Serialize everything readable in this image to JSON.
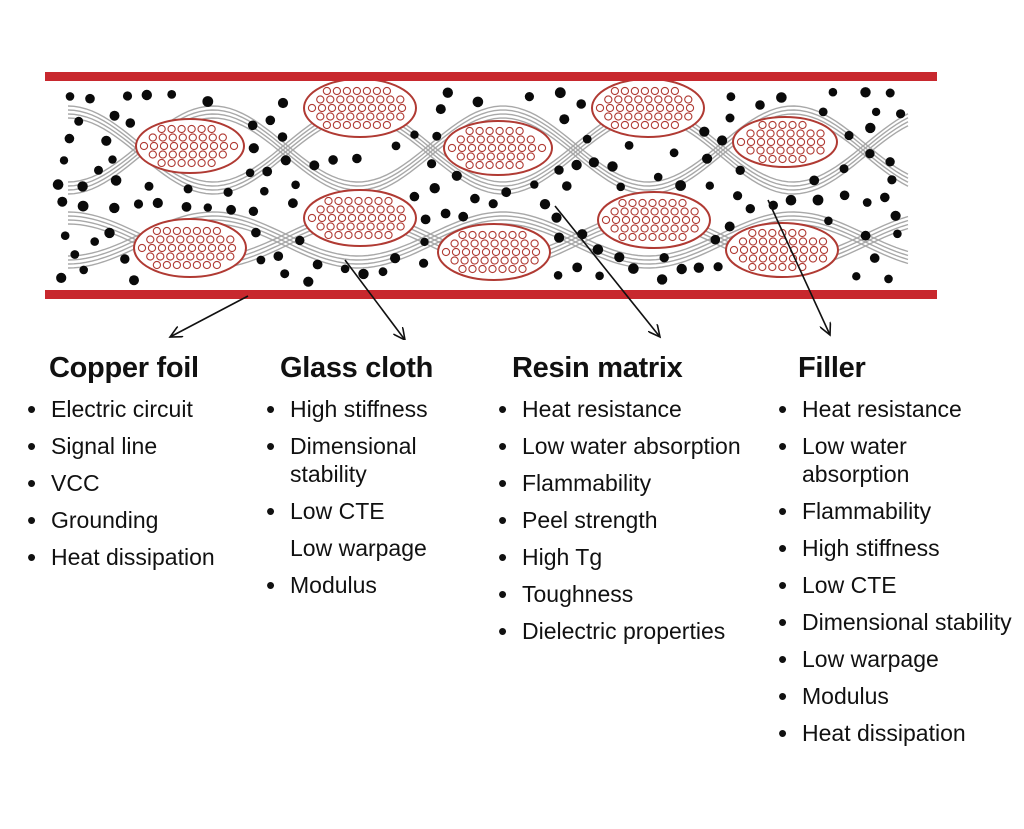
{
  "diagram": {
    "colors": {
      "copper": "#c8282e",
      "fiber_outline": "#b03a33",
      "glass_strand": "#a8a8a8",
      "filler": "#0a0a0a",
      "arrow": "#111111"
    },
    "layers": [
      "copper-foil-top",
      "laminate-core",
      "copper-foil-bottom"
    ]
  },
  "columns": [
    {
      "title": "Copper foil",
      "items": [
        {
          "text": "Electric circuit",
          "bullet": true
        },
        {
          "text": "Signal line",
          "bullet": true
        },
        {
          "text": "VCC",
          "bullet": true
        },
        {
          "text": "Grounding",
          "bullet": true
        },
        {
          "text": "Heat dissipation",
          "bullet": true
        }
      ]
    },
    {
      "title": "Glass cloth",
      "items": [
        {
          "text": "High stiffness",
          "bullet": true
        },
        {
          "text": "Dimensional stability",
          "bullet": true
        },
        {
          "text": "Low CTE",
          "bullet": true
        },
        {
          "text": "Low warpage",
          "bullet": false
        },
        {
          "text": "Modulus",
          "bullet": true
        }
      ]
    },
    {
      "title": "Resin matrix",
      "items": [
        {
          "text": "Heat resistance",
          "bullet": true
        },
        {
          "text": "Low water absorption",
          "bullet": true
        },
        {
          "text": "Flammability",
          "bullet": true
        },
        {
          "text": "Peel strength",
          "bullet": true
        },
        {
          "text": "High Tg",
          "bullet": true
        },
        {
          "text": "Toughness",
          "bullet": true
        },
        {
          "text": "Dielectric properties",
          "bullet": true
        }
      ]
    },
    {
      "title": "Filler",
      "items": [
        {
          "text": "Heat resistance",
          "bullet": true
        },
        {
          "text": "Low water absorption",
          "bullet": true
        },
        {
          "text": "Flammability",
          "bullet": true
        },
        {
          "text": "High stiffness",
          "bullet": true
        },
        {
          "text": "Low CTE",
          "bullet": true
        },
        {
          "text": "Dimensional stability",
          "bullet": true
        },
        {
          "text": "Low warpage",
          "bullet": true
        },
        {
          "text": "Modulus",
          "bullet": true
        },
        {
          "text": "Heat dissipation",
          "bullet": true
        }
      ]
    }
  ]
}
